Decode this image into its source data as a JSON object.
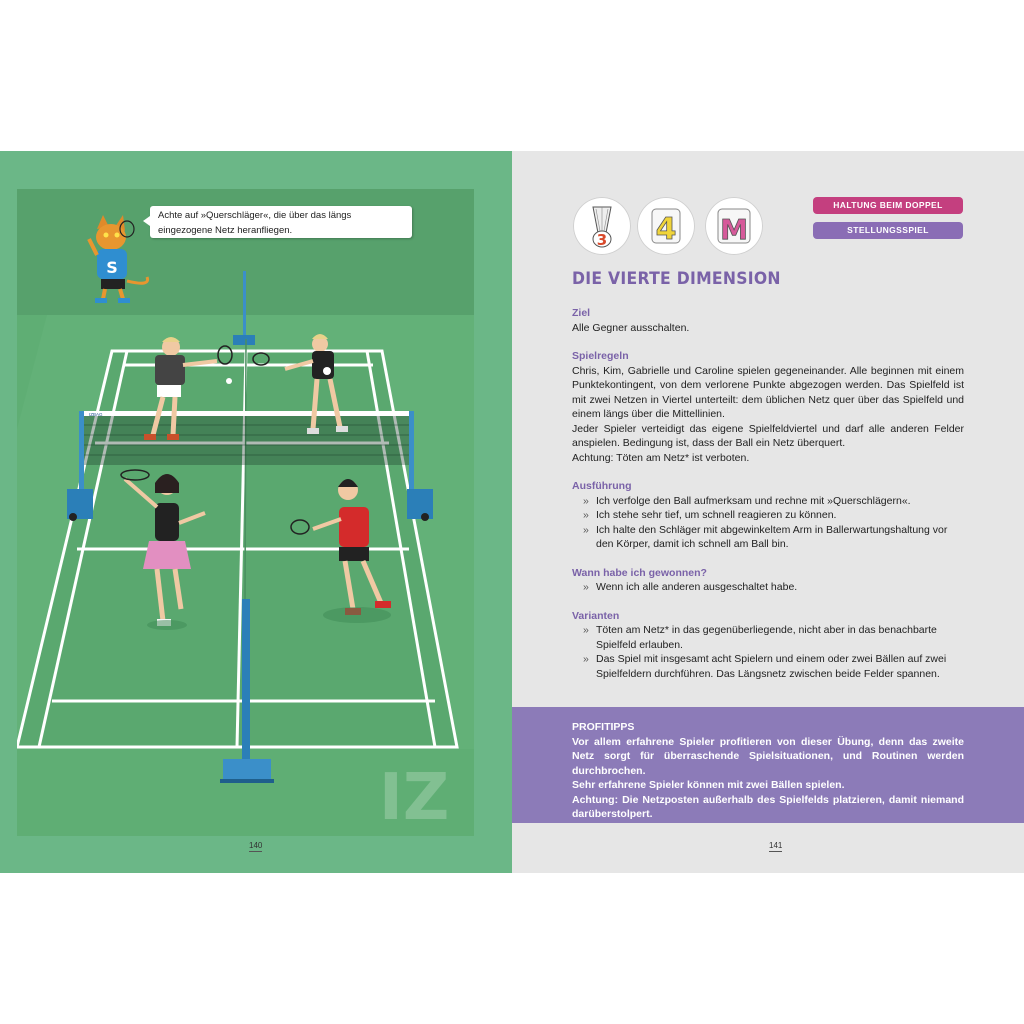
{
  "left_page": {
    "speech_bubble": "Achte auf »Querschläger«, die über das längs eingezogene Netz heranfliegen.",
    "page_number": "140",
    "mascot_shirt_letter": "S",
    "net_brand": "IZBAG",
    "corner_watermark": "IZ"
  },
  "right_page": {
    "page_number": "141",
    "icons": [
      {
        "name": "shuttlecock-icon",
        "label": "3",
        "color": "#d94a2c"
      },
      {
        "name": "number-4-icon",
        "label": "4",
        "color": "#f0d43a"
      },
      {
        "name": "letter-m-icon",
        "label": "M",
        "color": "#d65a9a"
      }
    ],
    "badges": [
      {
        "label": "HALTUNG BEIM DOPPEL",
        "color": "#c43f7f"
      },
      {
        "label": "STELLUNGSSPIEL",
        "color": "#8a6db5"
      }
    ],
    "title": "DIE VIERTE DIMENSION",
    "sections": {
      "ziel": {
        "heading": "Ziel",
        "text": "Alle Gegner ausschalten."
      },
      "spielregeln": {
        "heading": "Spielregeln",
        "text": "Chris, Kim, Gabrielle und Caroline spielen gegeneinander. Alle beginnen mit einem Punktekontingent, von dem verlorene Punkte abgezogen werden. Das Spielfeld ist mit zwei Netzen in Viertel unterteilt: dem üblichen Netz quer über das Spielfeld und einem längs über die Mittellinien.",
        "text2": "Jeder Spieler verteidigt das eigene Spielfeldviertel und darf alle anderen Felder anspielen. Bedingung ist, dass der Ball ein Netz überquert.",
        "text3": "Achtung: Töten am Netz* ist verboten."
      },
      "ausfuehrung": {
        "heading": "Ausführung",
        "items": [
          "Ich verfolge den Ball aufmerksam und rechne mit »Querschlägern«.",
          "Ich stehe sehr tief, um schnell reagieren zu können.",
          "Ich halte den Schläger mit abgewinkeltem Arm in Ballerwartungshaltung vor den Körper, damit ich schnell am Ball bin."
        ]
      },
      "gewonnen": {
        "heading": "Wann habe ich gewonnen?",
        "items": [
          "Wenn ich alle anderen ausgeschaltet habe."
        ]
      },
      "varianten": {
        "heading": "Varianten",
        "items": [
          "Töten am Netz* in das gegenüberliegende, nicht aber in das benachbarte Spielfeld erlauben.",
          "Das Spiel mit insgesamt acht Spielern und einem oder zwei Bällen auf zwei Spielfeldern durchführen. Das Längsnetz zwischen beide Felder spannen."
        ]
      }
    },
    "profitipps": {
      "heading": "PROFITIPPS",
      "text": "Vor allem erfahrene Spieler profitieren von dieser Übung, denn das zweite Netz sorgt für überraschende Spielsituationen, und Routinen werden durchbrochen.",
      "text2": "Sehr erfahrene Spieler können mit zwei Bällen spielen.",
      "text3": "Achtung: Die Netzposten außerhalb des Spielfelds platzieren, damit niemand darüberstolpert."
    }
  }
}
